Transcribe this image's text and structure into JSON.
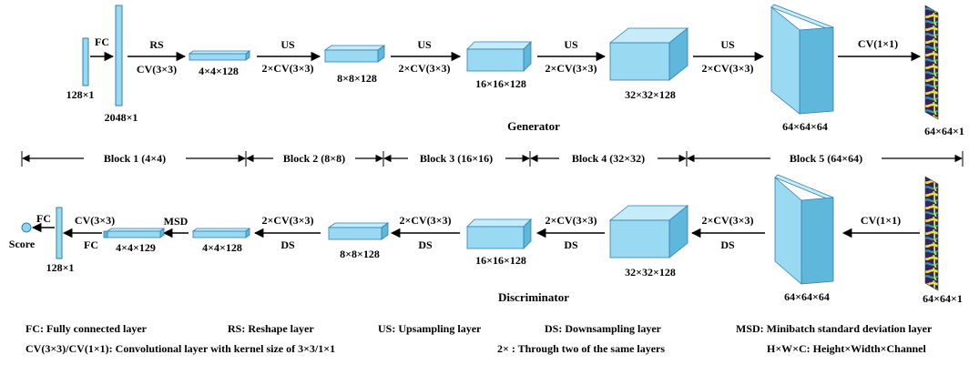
{
  "colors": {
    "block_front": "#9ad9f2",
    "block_top": "#c6ecfa",
    "block_side": "#5fb7dc",
    "edge": "#2f7fae",
    "score_node": "#8fd3f0"
  },
  "generator": {
    "title": "Generator",
    "input_size": "128×1",
    "fc_label": "FC",
    "fc_size": "2048×1",
    "rs_label": "RS",
    "cv_label": "CV(3×3)",
    "size_4": "4×4×128",
    "us_label": "US",
    "cv2_label": "2×CV(3×3)",
    "size_8": "8×8×128",
    "size_16": "16×16×128",
    "size_32": "32×32×128",
    "size_64": "64×64×64",
    "cv1_label": "CV(1×1)",
    "output_size": "64×64×1"
  },
  "blocks": [
    {
      "label": "Block 1 (4×4)"
    },
    {
      "label": "Block 2 (8×8)"
    },
    {
      "label": "Block 3 (16×16)"
    },
    {
      "label": "Block 4 (32×32)"
    },
    {
      "label": "Block 5 (64×64)"
    }
  ],
  "discriminator": {
    "title": "Discriminator",
    "input_size": "64×64×1",
    "cv1_label": "CV(1×1)",
    "size_64": "64×64×64",
    "cv2_label": "2×CV(3×3)",
    "ds_label": "DS",
    "size_32": "32×32×128",
    "size_16": "16×16×128",
    "size_8": "8×8×128",
    "size_4": "4×4×128",
    "msd_label": "MSD",
    "size_msd": "4×4×129",
    "cv_label": "CV(3×3)",
    "fc_label": "FC",
    "fc_size": "128×1",
    "fc_out_label": "FC",
    "score_label": "Score"
  },
  "legend": {
    "fc": "FC: Fully connected layer",
    "rs": "RS: Reshape layer",
    "us": "US: Upsampling layer",
    "ds": "DS: Downsampling layer",
    "msd": "MSD: Minibatch standard deviation layer",
    "cv": "CV(3×3)/CV(1×1): Convolutional layer with kernel size of 3×3/1×1",
    "two_x": "2× : Through two of the same layers",
    "hwc": "H×W×C: Height×Width×Channel"
  }
}
